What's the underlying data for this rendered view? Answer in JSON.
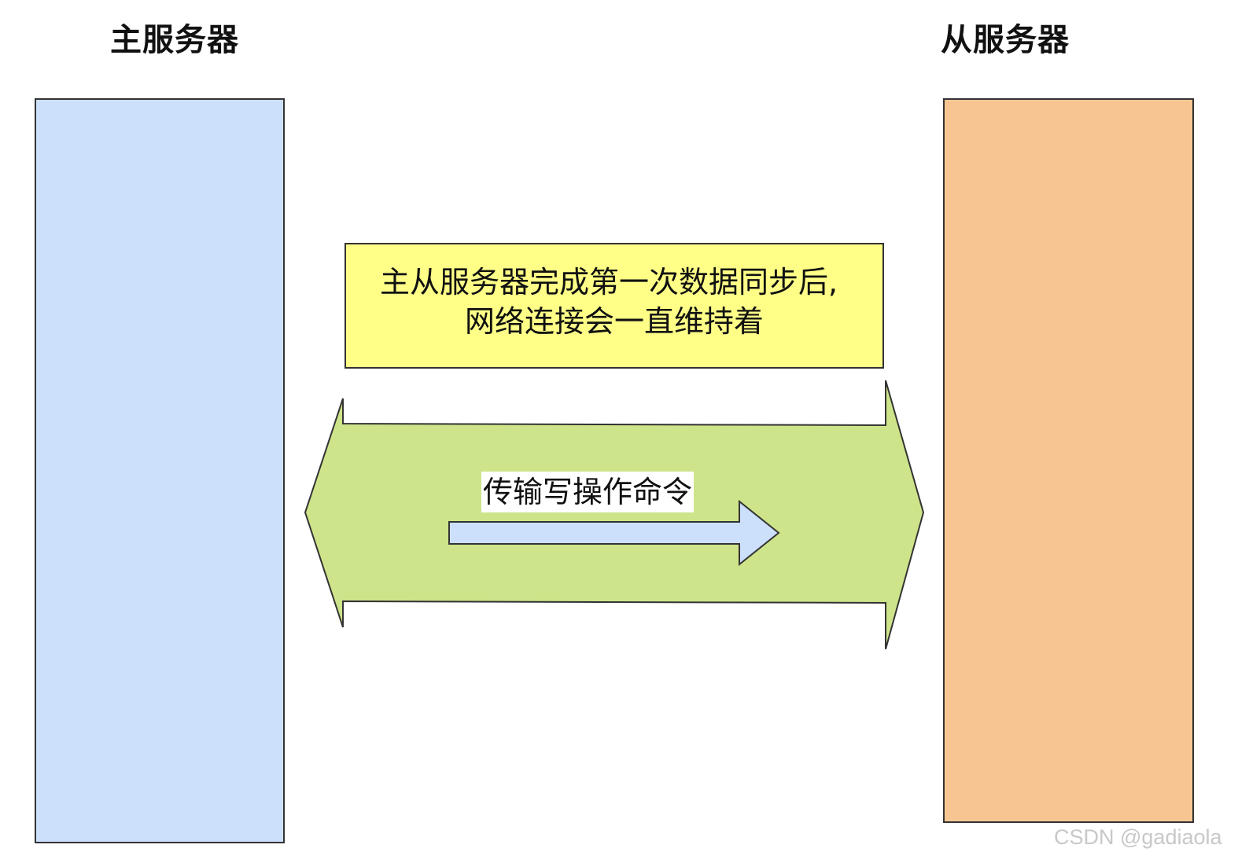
{
  "master": {
    "title": "主服务器",
    "fill": "#cce0fb"
  },
  "slave": {
    "title": "从服务器",
    "fill": "#f6c592"
  },
  "note": {
    "line1": "主从服务器完成第一次数据同步后,",
    "line2": "网络连接会一直维持着",
    "fill": "#ffff88"
  },
  "connection": {
    "fill": "#cde48a",
    "label": "传输写操作命令",
    "direction_arrow_fill": "#cce0fb"
  },
  "watermark": "CSDN @gadiaola"
}
